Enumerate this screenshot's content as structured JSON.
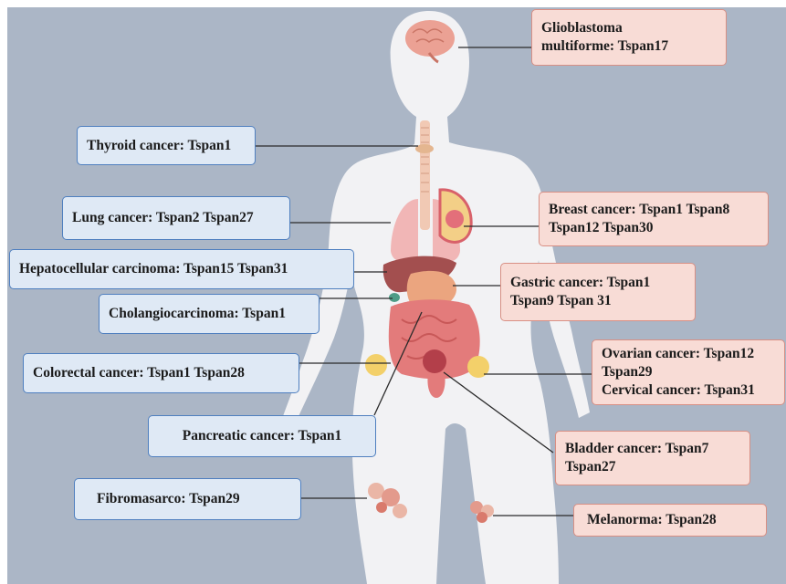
{
  "labels": {
    "glioblastoma": [
      "Glioblastoma",
      "multiforme: Tspan17"
    ],
    "thyroid": "Thyroid cancer: Tspan1",
    "lung": "Lung cancer: Tspan2  Tspan27",
    "breast": [
      "Breast cancer: Tspan1  Tspan8",
      "Tspan12  Tspan30"
    ],
    "hepatocellular": "Hepatocellular carcinoma: Tspan15  Tspan31",
    "gastric": [
      "Gastric cancer: Tspan1",
      "Tspan9  Tspan 31"
    ],
    "cholangio": "Cholangiocarcinoma: Tspan1",
    "ovarian": [
      "Ovarian cancer: Tspan12",
      "Tspan29",
      "Cervical cancer: Tspan31"
    ],
    "colorectal": "Colorectal cancer: Tspan1  Tspan28",
    "pancreatic": "Pancreatic cancer: Tspan1",
    "bladder": [
      "Bladder cancer: Tspan7",
      "Tspan27"
    ],
    "fibrosarcoma": "Fibromasarco: Tspan29",
    "melanoma": "Melanorma: Tspan28"
  },
  "colors": {
    "background": "#abb6c6",
    "silhouette": "#f2f2f4",
    "blue_box_fill": "#dfe9f5",
    "blue_box_border": "#4f7fbf",
    "pink_box_fill": "#f8dcd6",
    "pink_box_border": "#d88f84",
    "leader_line": "#2a2a2a"
  }
}
